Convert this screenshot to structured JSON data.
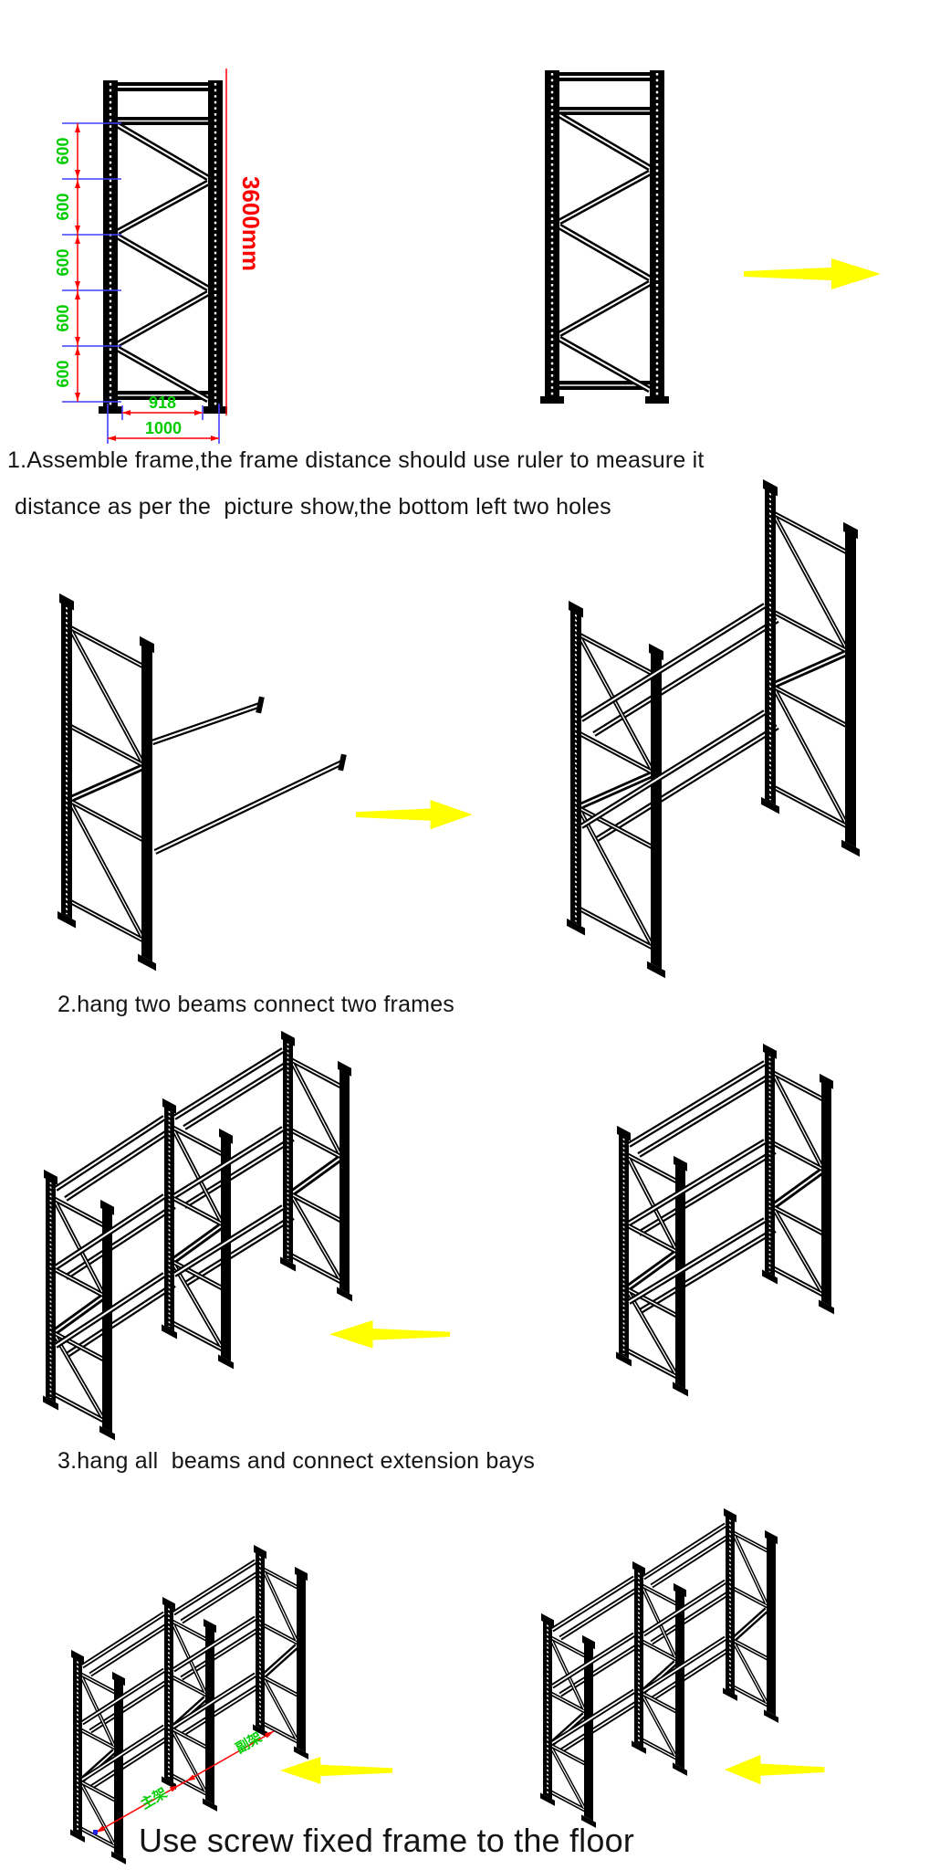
{
  "colors": {
    "background": "#ffffff",
    "drawing": "#000000",
    "dimension_line": "#ff0000",
    "dimension_text_green": "#00cc00",
    "extension_tick_blue": "#4040ff",
    "arrow_yellow": "#ffff00",
    "caption_text": "#141414"
  },
  "step1": {
    "caption_line1": "1.Assemble frame,the frame distance should use ruler to measure it",
    "caption_line2": "distance as per the  picture show,the bottom left two holes",
    "dimensions": {
      "segment_labels": [
        "600",
        "600",
        "600",
        "600",
        "600"
      ],
      "total_height": "3600mm",
      "inner_width": "918",
      "outer_width": "1000"
    }
  },
  "step2": {
    "caption": "2.hang two beams connect two frames"
  },
  "step3": {
    "caption": "3.hang all  beams and connect extension bays"
  },
  "step4": {
    "caption": "Use screw fixed frame to the floor",
    "labels": {
      "main_frame": "主架",
      "extension_frame": "副架"
    }
  }
}
